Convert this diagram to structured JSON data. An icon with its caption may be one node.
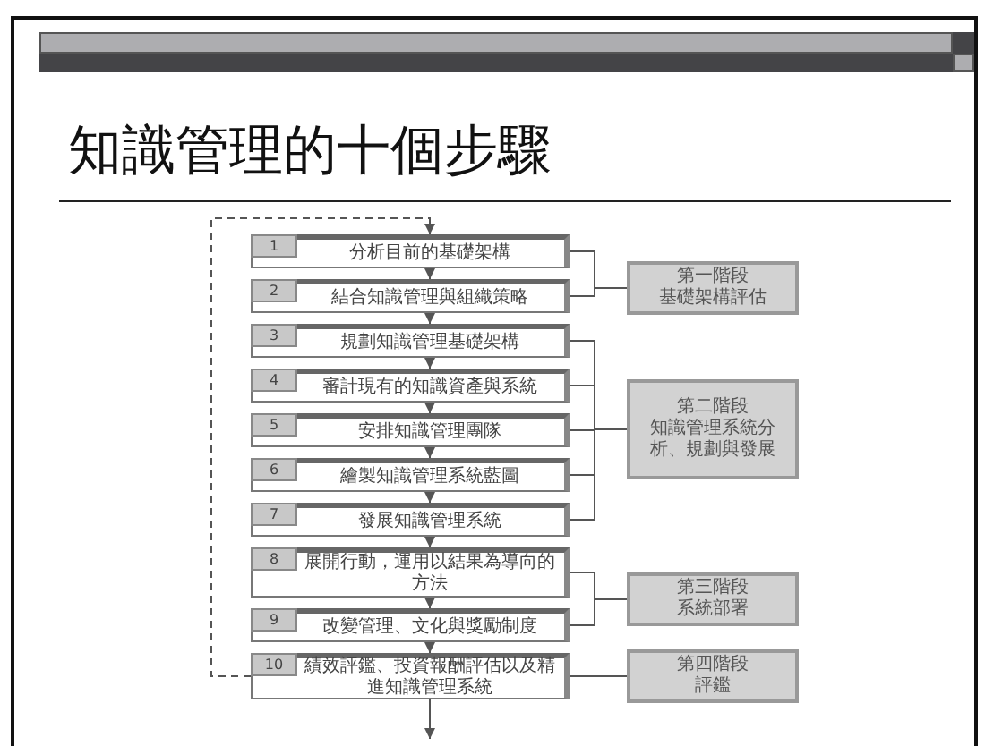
{
  "diagram": {
    "title": "知識管理的十個步驟",
    "nodes": [
      {
        "text": [
          "1",
          "分析目前的基礎架構"
        ]
      },
      {
        "text": [
          "2",
          "結合知識管理與組織策略"
        ]
      },
      {
        "text": [
          "3",
          "規劃知識管理基礎架構"
        ]
      },
      {
        "text": [
          "4",
          "審計現有的知識資產與系統"
        ]
      },
      {
        "text": [
          "5",
          "安排知識管理團隊"
        ]
      },
      {
        "text": [
          "6",
          "繪製知識管理系統藍圖"
        ]
      },
      {
        "text": [
          "7",
          "發展知識管理系統"
        ]
      },
      {
        "text": [
          "8",
          "展開行動，運用以結果為導向的方法"
        ]
      },
      {
        "text": [
          "9",
          "改變管理、文化與獎勵制度"
        ]
      },
      {
        "text": [
          "10",
          "績效評鑑、投資報酬評估以及精進知識管理系統"
        ]
      },
      {
        "text": [
          "第一階段",
          "基礎架構評估"
        ]
      },
      {
        "text": [
          "第二階段",
          "知識管理系統分析、規劃與發展"
        ]
      },
      {
        "text": [
          "第三階段",
          "系統部署"
        ]
      },
      {
        "text": [
          "第四階段",
          "評鑑"
        ]
      }
    ],
    "edges": [
      {
        "from": 0,
        "to": 1,
        "arrow": "to"
      },
      {
        "from": 1,
        "to": 2,
        "arrow": "to"
      },
      {
        "from": 2,
        "to": 3,
        "arrow": "to"
      },
      {
        "from": 3,
        "to": 4,
        "arrow": "to"
      },
      {
        "from": 4,
        "to": 5,
        "arrow": "to"
      },
      {
        "from": 5,
        "to": 6,
        "arrow": "to"
      },
      {
        "from": 6,
        "to": 7,
        "arrow": "to"
      },
      {
        "from": 7,
        "to": 8,
        "arrow": "to"
      },
      {
        "from": 8,
        "to": 9,
        "arrow": "to"
      },
      {
        "from": 9,
        "to": null,
        "arrow": "to"
      },
      {
        "from": 9,
        "to": 0,
        "arrow": "to",
        "style": "dashed"
      },
      {
        "from": 0,
        "to": 10,
        "arrow": "none"
      },
      {
        "from": 1,
        "to": 10,
        "arrow": "none"
      },
      {
        "from": 2,
        "to": 11,
        "arrow": "none"
      },
      {
        "from": 3,
        "to": 11,
        "arrow": "none"
      },
      {
        "from": 4,
        "to": 11,
        "arrow": "none"
      },
      {
        "from": 5,
        "to": 11,
        "arrow": "none"
      },
      {
        "from": 6,
        "to": 11,
        "arrow": "none"
      },
      {
        "from": 7,
        "to": 12,
        "arrow": "none"
      },
      {
        "from": 8,
        "to": 12,
        "arrow": "none"
      },
      {
        "from": 9,
        "to": 13,
        "arrow": "none"
      }
    ]
  }
}
